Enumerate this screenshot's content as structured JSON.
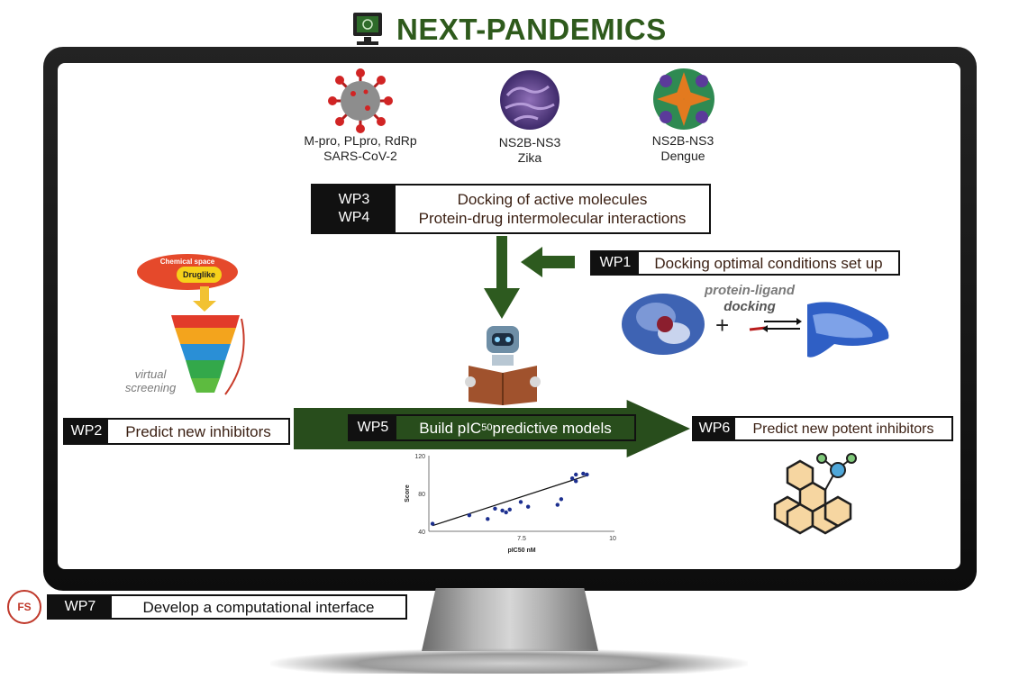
{
  "header": {
    "title": "NEXT-PANDEMICS"
  },
  "viruses": [
    {
      "line1": "M-pro, PLpro, RdRp",
      "line2": "SARS-CoV-2"
    },
    {
      "line1": "NS2B-NS3",
      "line2": "Zika"
    },
    {
      "line1": "NS2B-NS3",
      "line2": "Dengue"
    }
  ],
  "wp34": {
    "tag1": "WP3",
    "tag2": "WP4",
    "line1": "Docking of active molecules",
    "line2": "Protein-drug intermolecular interactions"
  },
  "wp1": {
    "tag": "WP1",
    "text": "Docking optimal conditions set up"
  },
  "docking": {
    "line1": "protein-ligand",
    "line2": "docking"
  },
  "funnel": {
    "top": "Chemical space",
    "inner": "Druglike",
    "caption1": "virtual",
    "caption2": "screening"
  },
  "wp2": {
    "tag": "WP2",
    "text": "Predict new inhibitors"
  },
  "wp5": {
    "tag": "WP5",
    "text_pre": "Build pIC",
    "text_sub": "50",
    "text_post": " predictive models"
  },
  "wp6": {
    "tag": "WP6",
    "text": "Predict new potent inhibitors"
  },
  "wp7": {
    "badge": "FS",
    "tag": "WP7",
    "text": "Develop a computational interface"
  },
  "chart_data": {
    "type": "scatter",
    "title": "",
    "xlabel": "pIC50 nM",
    "ylabel": "Score",
    "xlim": [
      5,
      10
    ],
    "ylim": [
      40,
      120
    ],
    "xticks": [
      "7.5",
      "10"
    ],
    "yticks": [
      "40",
      "80",
      "120"
    ],
    "x": [
      5.1,
      6.1,
      6.6,
      6.8,
      7.0,
      7.1,
      7.2,
      7.5,
      7.7,
      8.5,
      8.6,
      8.9,
      9.0,
      9.0,
      9.2,
      9.3
    ],
    "y": [
      48,
      57,
      53,
      64,
      62,
      60,
      63,
      71,
      66,
      68,
      74,
      96,
      93,
      100,
      101,
      100
    ],
    "trendline": {
      "x": [
        5.1,
        9.3
      ],
      "y": [
        46,
        99
      ]
    }
  }
}
